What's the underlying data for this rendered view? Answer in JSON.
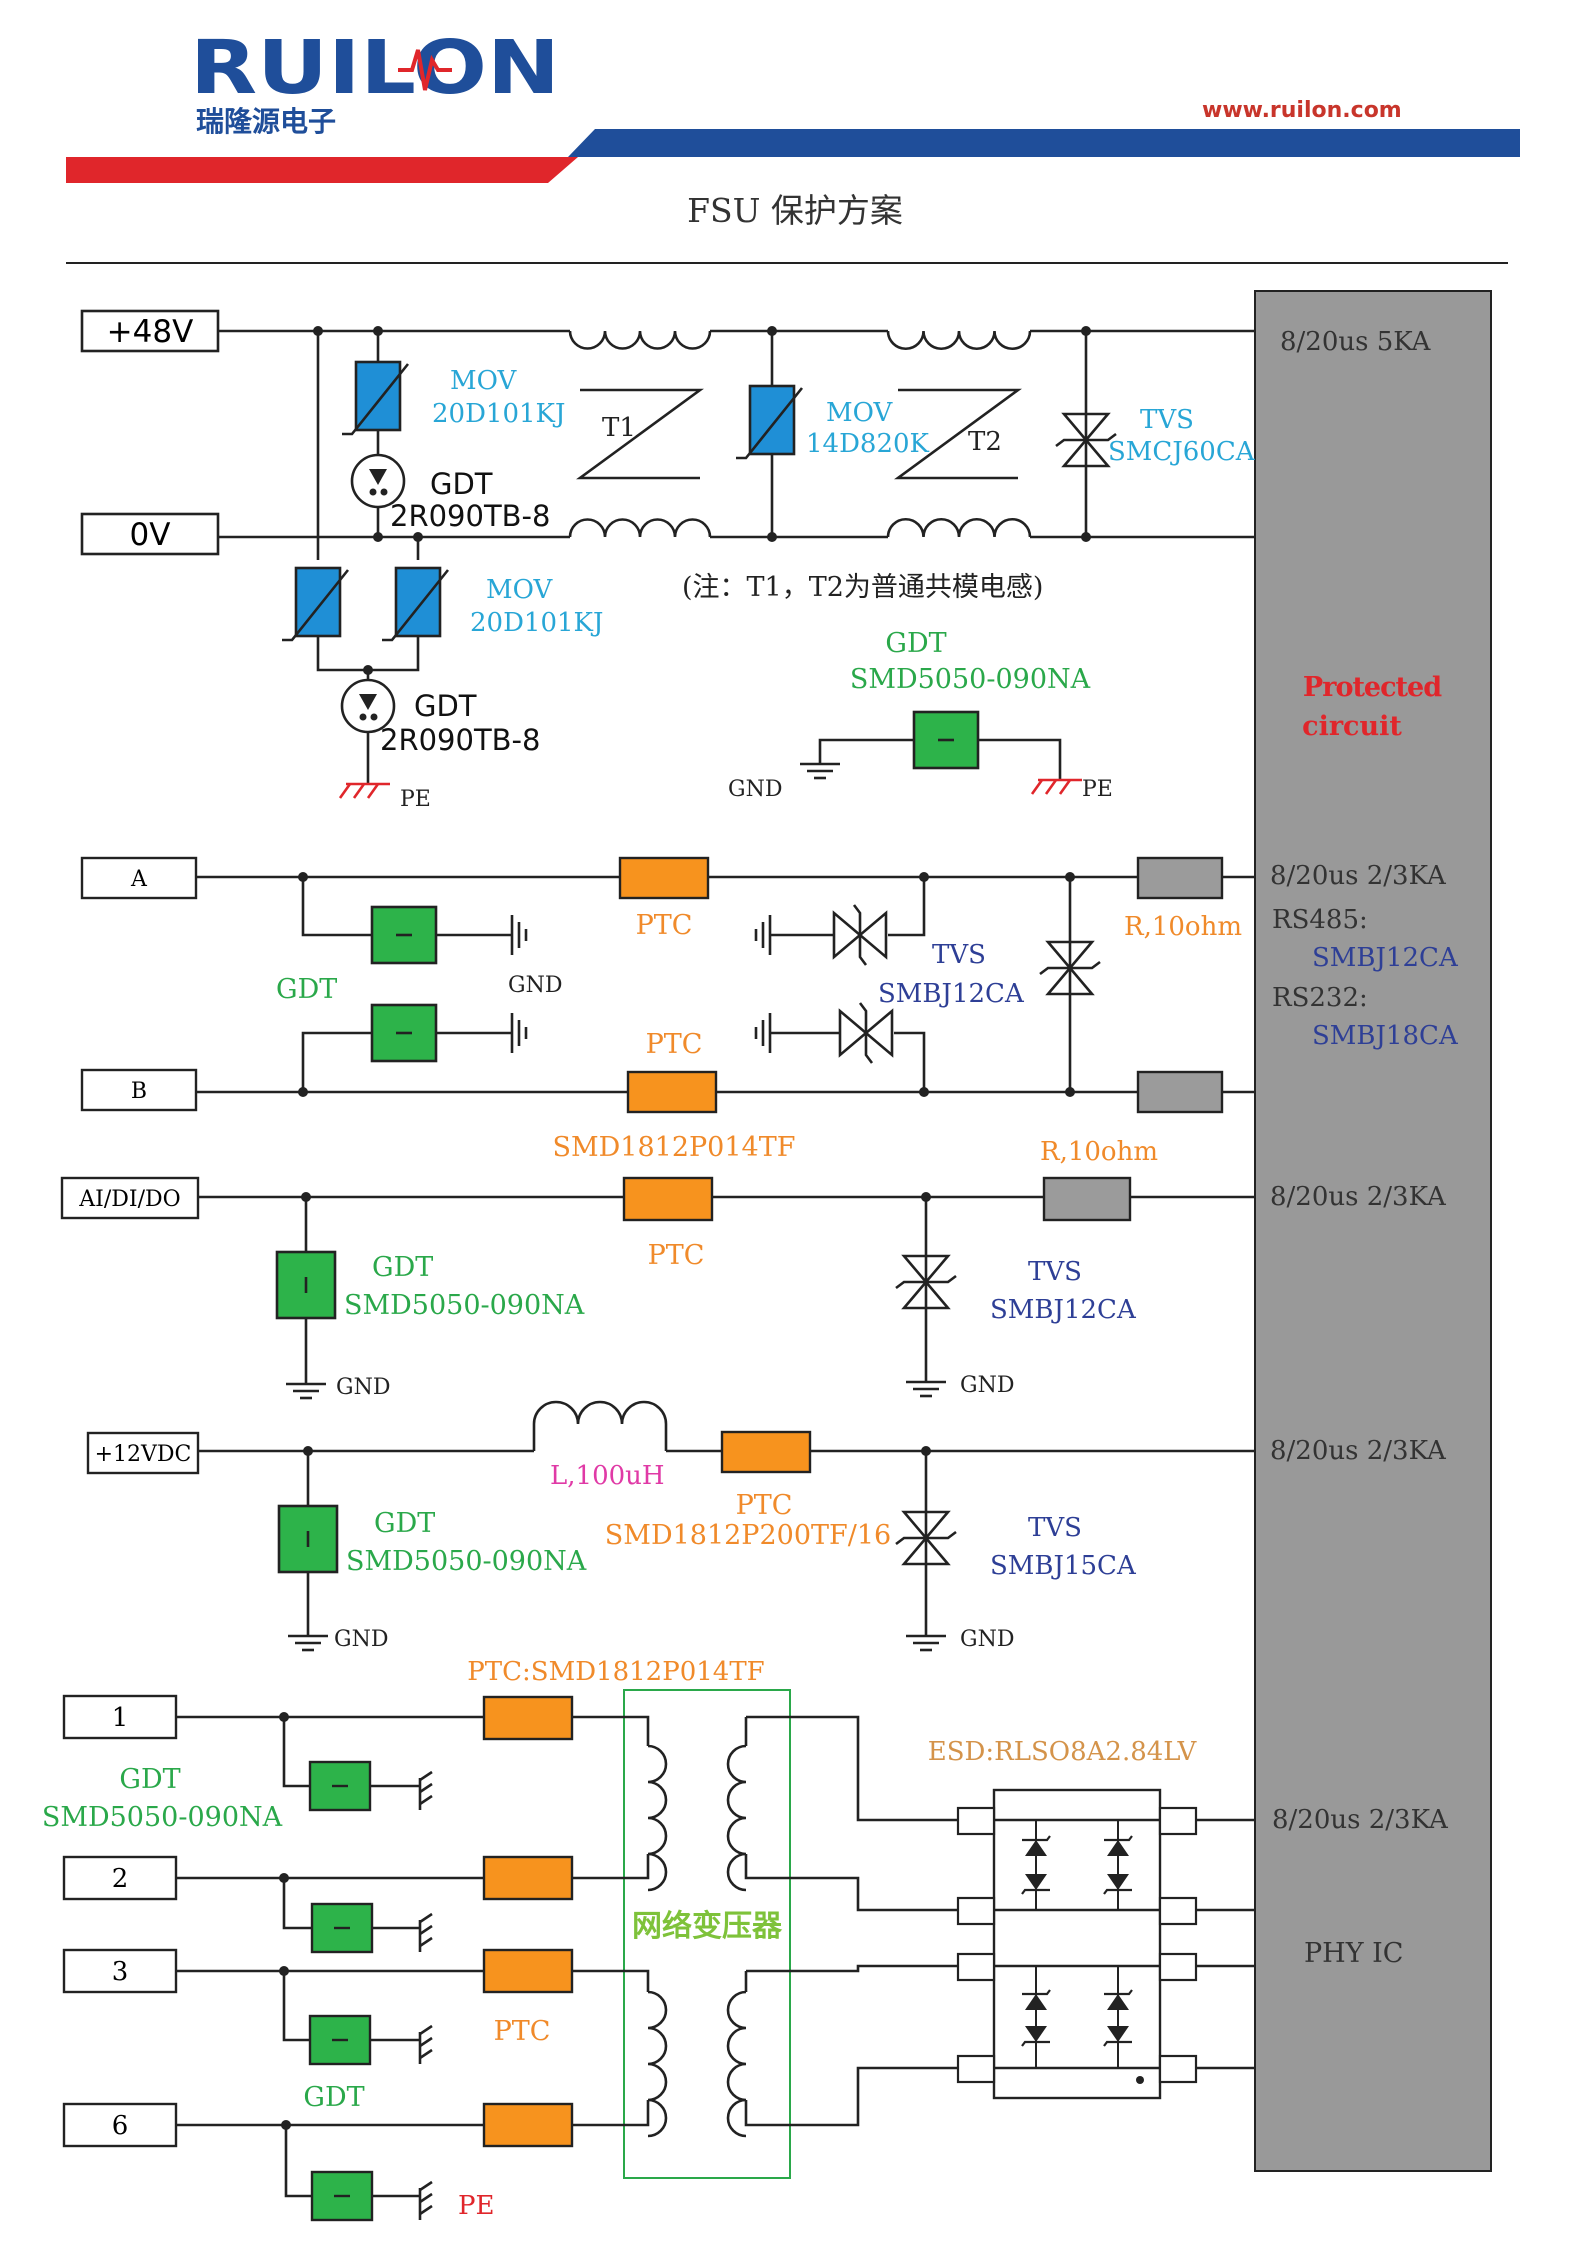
{
  "header": {
    "logo_text": "RUILON",
    "logo_subtitle": "瑞隆源电子",
    "url": "www.ruilon.com",
    "colors": {
      "brand_blue": "#1f4e9a",
      "brand_red": "#e0262b",
      "url_red": "#c8352b"
    }
  },
  "title": "FSU 保护方案",
  "colors": {
    "cyan_label": "#28a6d6",
    "green_label": "#2aa84a",
    "orange_label": "#f08a2a",
    "navy_label": "#2e3f96",
    "magenta_label": "#e03aa6",
    "red_text": "#e0262b",
    "mov_fill": "#1f8fd6",
    "gdt_fill": "#2db34a",
    "ptc_fill": "#f7931e",
    "res_fill": "#9b9b9b",
    "block_fill": "#999999"
  },
  "power_section": {
    "input_pos": "+48V",
    "input_neg": "0V",
    "mov1": {
      "type": "MOV",
      "part": "20D101KJ"
    },
    "gdt1": {
      "type": "GDT",
      "part": "2R090TB-8"
    },
    "mov2": {
      "type": "MOV",
      "part": "20D101KJ"
    },
    "gdt2": {
      "type": "GDT",
      "part": "2R090TB-8"
    },
    "pe_label": "PE",
    "t1": "T1",
    "t2": "T2",
    "mov3": {
      "type": "MOV",
      "part": "14D820K"
    },
    "tvs": {
      "type": "TVS",
      "part": "SMCJ60CA"
    },
    "note": "(注：T1，T2为普通共模电感)",
    "gdt3": {
      "type": "GDT",
      "part": "SMD5050-090NA"
    },
    "gnd_label": "GND",
    "pe_label2": "PE",
    "rating": "8/20us  5KA"
  },
  "protected": {
    "line1": "Protected",
    "line2": "circuit"
  },
  "rs_section": {
    "input_a": "A",
    "input_b": "B",
    "gdt_label": "GDT",
    "gnd_label": "GND",
    "ptc_a": "PTC",
    "ptc_b": "PTC",
    "ptc_part": "SMD1812P014TF",
    "tvs_type": "TVS",
    "tvs_part": "SMBJ12CA",
    "res_label": "R,10ohm",
    "rating": "8/20us  2/3KA",
    "rs485": "RS485:",
    "rs485_part": "SMBJ12CA",
    "rs232": "RS232:",
    "rs232_part": "SMBJ18CA"
  },
  "aidi_section": {
    "input": "AI/DI/DO",
    "res_label": "R,10ohm",
    "ptc_label": "PTC",
    "gdt_type": "GDT",
    "gdt_part": "SMD5050-090NA",
    "gnd1": "GND",
    "tvs_type": "TVS",
    "tvs_part": "SMBJ12CA",
    "gnd2": "GND",
    "rating": "8/20us  2/3KA"
  },
  "vdc_section": {
    "input": "+12VDC",
    "inductor": "L,100uH",
    "ptc_label": "PTC",
    "ptc_part": "SMD1812P200TF/16",
    "gdt_type": "GDT",
    "gdt_part": "SMD5050-090NA",
    "gnd1": "GND",
    "tvs_type": "TVS",
    "tvs_part": "SMBJ15CA",
    "gnd2": "GND",
    "rating": "8/20us  2/3KA"
  },
  "eth_section": {
    "ptc_top": "PTC:SMD1812P014TF",
    "esd": "ESD:RLSO8A2.84LV",
    "port1": "1",
    "port2": "2",
    "port3": "3",
    "port6": "6",
    "gdt_type": "GDT",
    "gdt_part": "SMD5050-090NA",
    "transformer": "网络变压器",
    "ptc_label": "PTC",
    "gdt_label": "GDT",
    "pe_label": "PE",
    "rating": "8/20us  2/3KA",
    "phy": "PHY IC"
  }
}
